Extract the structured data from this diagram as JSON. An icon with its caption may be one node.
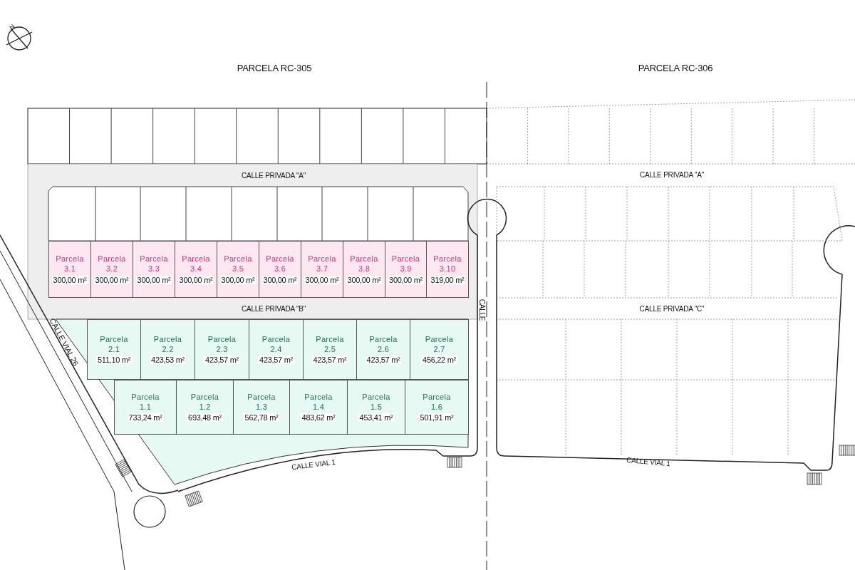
{
  "diagram": {
    "nodes": [
      {
        "text": [
          "Parcela 3.1",
          "300,00 m²"
        ]
      },
      {
        "text": [
          "Parcela 3.2",
          "300,00 m²"
        ]
      },
      {
        "text": [
          "Parcela 3.3",
          "300,00 m²"
        ]
      },
      {
        "text": [
          "Parcela 3.4",
          "300,00 m²"
        ]
      },
      {
        "text": [
          "Parcela 3.5",
          "300,00 m²"
        ]
      },
      {
        "text": [
          "Parcela 3.6",
          "300,00 m²"
        ]
      },
      {
        "text": [
          "Parcela 3.7",
          "300,00 m²"
        ]
      },
      {
        "text": [
          "Parcela 3.8",
          "300,00 m²"
        ]
      },
      {
        "text": [
          "Parcela 3.9",
          "300,00 m²"
        ]
      },
      {
        "text": [
          "Parcela 3.10",
          "319,00 m²"
        ]
      },
      {
        "text": [
          "Parcela 2.1",
          "511,10 m²"
        ]
      },
      {
        "text": [
          "Parcela 2.2",
          "423,53 m²"
        ]
      },
      {
        "text": [
          "Parcela 2.3",
          "423,57 m²"
        ]
      },
      {
        "text": [
          "Parcela 2.4",
          "423,57 m²"
        ]
      },
      {
        "text": [
          "Parcela 2.5",
          "423,57 m²"
        ]
      },
      {
        "text": [
          "Parcela 2.6",
          "423,57 m²"
        ]
      },
      {
        "text": [
          "Parcela 2.7",
          "456,22 m²"
        ]
      },
      {
        "text": [
          "Parcela 1.1",
          "733,24 m²"
        ]
      },
      {
        "text": [
          "Parcela 1.2",
          "693,48 m²"
        ]
      },
      {
        "text": [
          "Parcela 1.3",
          "562,78 m²"
        ]
      },
      {
        "text": [
          "Parcela 1.4",
          "483,62 m²"
        ]
      },
      {
        "text": [
          "Parcela 1.5",
          "453,41 m²"
        ]
      },
      {
        "text": [
          "Parcela 1.6",
          "501,91 m²"
        ]
      }
    ],
    "labels": [
      "N",
      "PARCELA RC-305",
      "PARCELA RC-306",
      "CALLE PRIVADA \"A\"",
      "CALLE PRIVADA \"A\"",
      "CALLE",
      "CALLE PRIVADA \"B\"",
      "CALLE PRIVADA \"C\"",
      "CALLE VIAL 26",
      "CALLE VIAL 1",
      "CALLE VIAL 1"
    ]
  }
}
